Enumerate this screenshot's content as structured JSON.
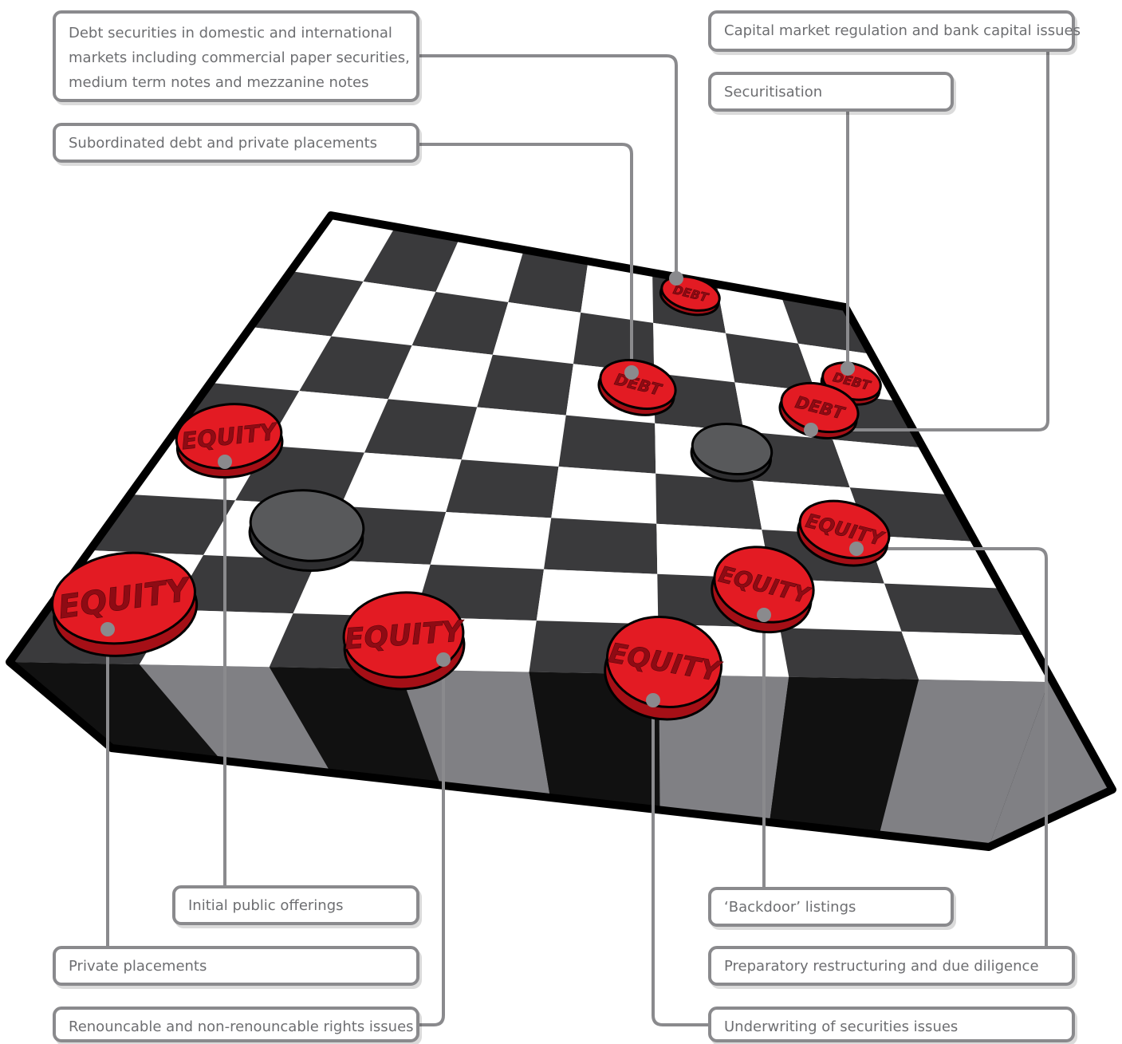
{
  "piece_labels": {
    "equity": "EQUITY",
    "debt": "DEBT"
  },
  "colors": {
    "board_dark": "#3a3a3c",
    "board_light": "#ffffff",
    "edge_dark": "#111111",
    "edge_light": "#808084",
    "piece_red": "#e31b23",
    "piece_red_dark": "#a50f16",
    "piece_grey": "#58595b",
    "callout_border": "#8a8a8d",
    "callout_text": "#6d6e71",
    "leader_line": "#8a8a8d"
  },
  "callouts": {
    "debt_securities": {
      "line1": "Debt securities in domestic and international",
      "line2": "markets including commercial paper securities,",
      "line3": "medium term notes and mezzanine notes"
    },
    "subordinated_debt": "Subordinated debt and private placements",
    "capital_market": "Capital market regulation and bank capital issues",
    "securitisation": "Securitisation",
    "ipo": "Initial public offerings",
    "private_placements": "Private placements",
    "rights_issues": "Renouncable and non-renouncable rights issues",
    "backdoor": "‘Backdoor’ listings",
    "restructuring": "Preparatory restructuring and due diligence",
    "underwriting": "Underwriting of securities issues"
  }
}
